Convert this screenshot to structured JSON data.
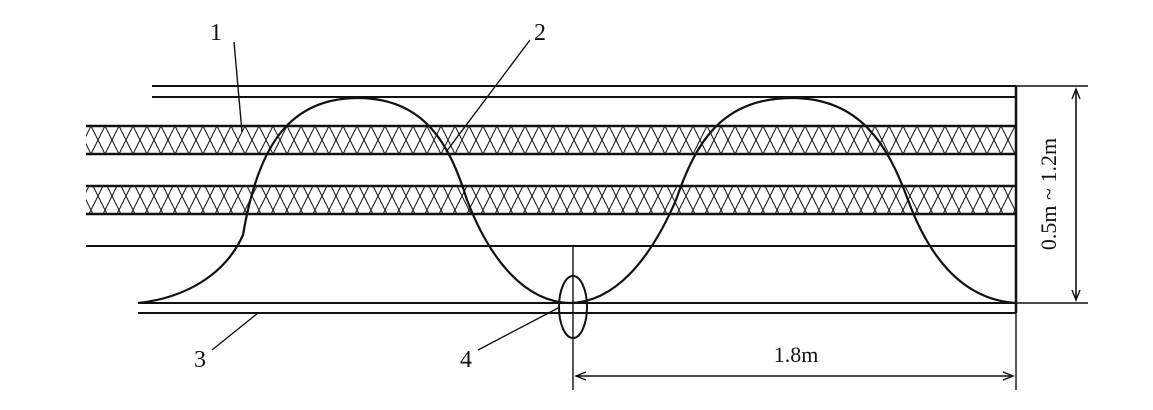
{
  "labels": {
    "part1": "1",
    "part2": "2",
    "part3": "3",
    "part4": "4"
  },
  "dimensions": {
    "spacing": "1.8m",
    "height_range": "0.5m ~ 1.2m"
  },
  "colors": {
    "line": "#111111",
    "background": "#ffffff"
  }
}
